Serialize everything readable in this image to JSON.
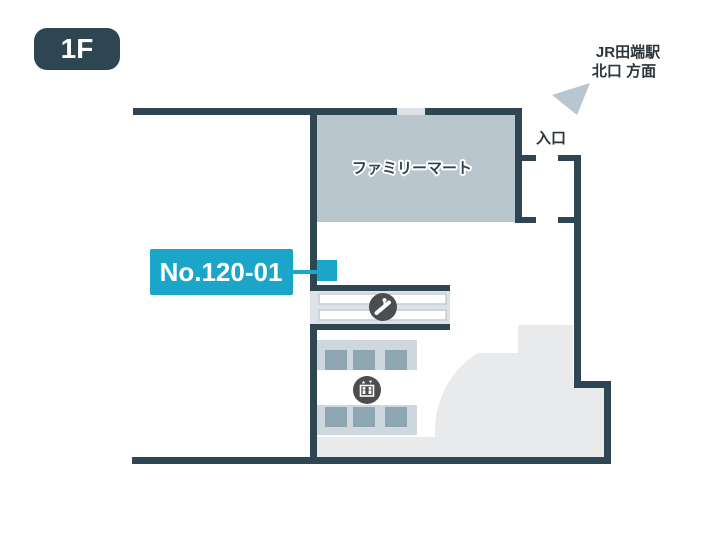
{
  "floor_badge": {
    "label": "1F"
  },
  "station_direction": {
    "line1": "JR田端駅",
    "line2": "北口 方面"
  },
  "entrance": {
    "label": "入口"
  },
  "store": {
    "label": "ファミリーマート"
  },
  "location": {
    "label": "No.120-01"
  },
  "icons": {
    "direction_arrow": "triangle-arrow-toward-entrance",
    "escalator": "escalator-icon",
    "elevator": "elevator-icon"
  },
  "colors": {
    "wall_navy": "#2d4651",
    "accent_cyan": "#1ba6c9",
    "store_fill": "#b9c6ce",
    "floor_fill": "#e9eaeb",
    "door_gap": "#dce1e5",
    "escalator_band": "#dde2e6",
    "elevator_band": "#cdd7dd",
    "elevator_door": "#8ea6b2",
    "icon_circle": "#4b4d4f",
    "arrow_gray": "#b7c6d0",
    "text_dark": "#2b353b"
  }
}
